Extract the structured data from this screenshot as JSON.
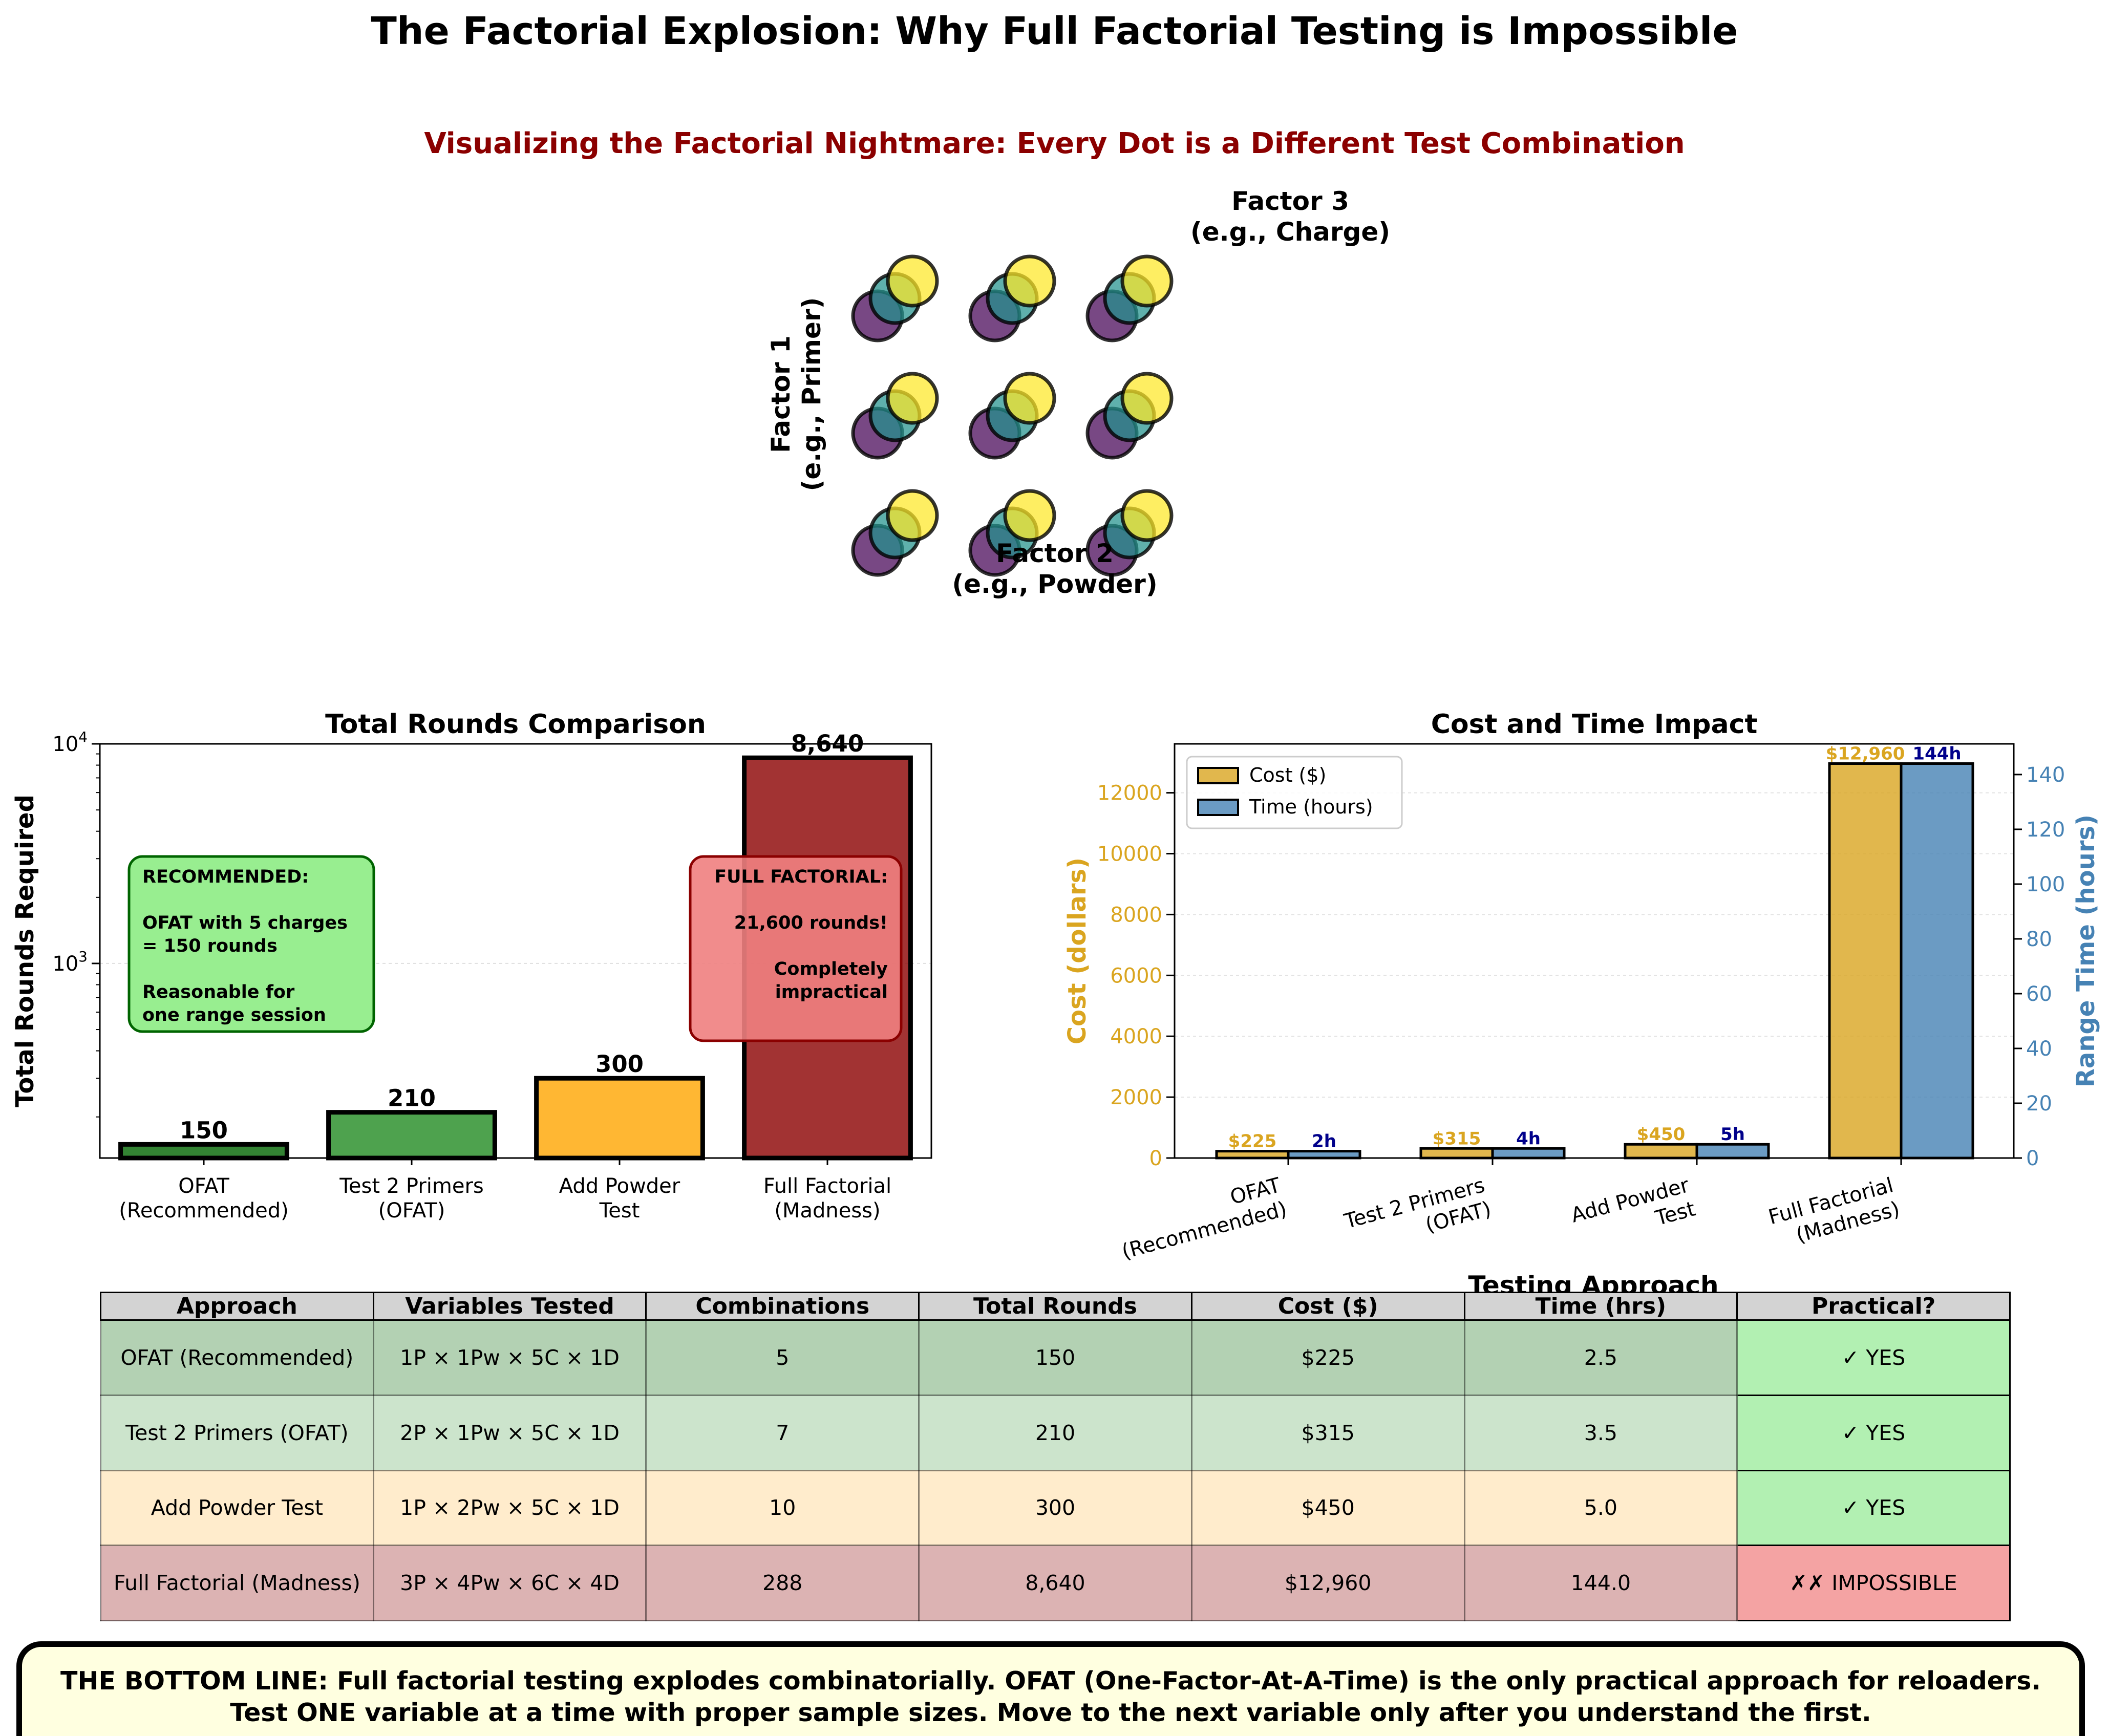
{
  "title": "The Factorial Explosion: Why Full Factorial Testing is Impossible",
  "subtitle": "Visualizing the Factorial Nightmare: Every Dot is a Different Test Combination",
  "colors": {
    "subtitle": "#8b0000",
    "ofat": "#006400",
    "primers": "#228b22",
    "powder": "#ffa500",
    "factorial": "#8b0000",
    "cost": "#daa520",
    "time": "#4682b4",
    "time_label": "#00008b",
    "green_box": "#98ee90",
    "red_box": "#f08080",
    "dot_colors": [
      "#440154",
      "#21918c",
      "#fde725"
    ]
  },
  "factor_diagram": {
    "factor1_label": "Factor 1\n(e.g., Primer)",
    "factor2_label": "Factor 2\n(e.g., Powder)",
    "factor3_label": "Factor 3\n(e.g., Charge)",
    "grid_rows": 3,
    "grid_cols": 3,
    "levels_per_cell": 3
  },
  "chart_data": [
    {
      "type": "bar",
      "title": "Total Rounds Comparison",
      "ylabel": "Total Rounds Required",
      "xlabel": "",
      "yscale": "log",
      "ylim": [
        130,
        10000
      ],
      "ytick_labels": [
        "10^3",
        "10^4"
      ],
      "categories": [
        "OFAT\n(Recommended)",
        "Test 2 Primers\n(OFAT)",
        "Add Powder\nTest",
        "Full Factorial\n(Madness)"
      ],
      "values": [
        150,
        210,
        300,
        8640
      ],
      "value_labels": [
        "150",
        "210",
        "300",
        "8,640"
      ],
      "annotations": [
        {
          "text": "RECOMMENDED:\n\nOFAT with 5 charges\n= 150 rounds\n\nReasonable for\none range session",
          "style": "green",
          "position": "left"
        },
        {
          "text": "FULL FACTORIAL:\n\n21,600 rounds!\n\nCompletely\nimpractical",
          "style": "red",
          "position": "right"
        }
      ]
    },
    {
      "type": "bar",
      "title": "Cost and Time Impact",
      "xlabel": "Testing Approach",
      "ylabel": "Cost (dollars)",
      "ylabel_right": "Range Time (hours)",
      "ylim": [
        0,
        13608
      ],
      "ylim_right": [
        0,
        151.2
      ],
      "yticks": [
        0,
        2000,
        4000,
        6000,
        8000,
        10000,
        12000
      ],
      "yticks_right": [
        0,
        20,
        40,
        60,
        80,
        100,
        120,
        140
      ],
      "categories": [
        "OFAT\n(Recommended)",
        "Test 2 Primers\n(OFAT)",
        "Add Powder\nTest",
        "Full Factorial\n(Madness)"
      ],
      "legend_position": "top-left",
      "series": [
        {
          "name": "Cost ($)",
          "values": [
            225,
            315,
            450,
            12960
          ],
          "labels": [
            "$225",
            "$315",
            "$450",
            "$12,960"
          ]
        },
        {
          "name": "Time (hours)",
          "values": [
            2.5,
            3.5,
            5.0,
            144.0
          ],
          "labels": [
            "2h",
            "4h",
            "5h",
            "144h"
          ]
        }
      ]
    },
    {
      "type": "table",
      "columns": [
        "Approach",
        "Variables Tested",
        "Combinations",
        "Total Rounds",
        "Cost ($)",
        "Time (hrs)",
        "Practical?"
      ],
      "rows": [
        {
          "cells": [
            "OFAT (Recommended)",
            "1P × 1Pw × 5C × 1D",
            "5",
            "150",
            "$225",
            "2.5",
            "✓ YES"
          ],
          "row_color": "#b3d1b3",
          "practical_color": "#b2f0b2"
        },
        {
          "cells": [
            "Test 2 Primers (OFAT)",
            "2P × 1Pw × 5C × 1D",
            "7",
            "210",
            "$315",
            "3.5",
            "✓ YES"
          ],
          "row_color": "#cce4cc",
          "practical_color": "#b2f0b2"
        },
        {
          "cells": [
            "Add Powder Test",
            "1P × 2Pw × 5C × 1D",
            "10",
            "300",
            "$450",
            "5.0",
            "✓ YES"
          ],
          "row_color": "#ffeccc",
          "practical_color": "#b2f0b2"
        },
        {
          "cells": [
            "Full Factorial (Madness)",
            "3P × 4Pw × 6C × 4D",
            "288",
            "8,640",
            "$12,960",
            "144.0",
            "✗✗ IMPOSSIBLE"
          ],
          "row_color": "#dcb3b3",
          "practical_color": "#f4a3a3"
        }
      ]
    }
  ],
  "bottom_line": {
    "line1": "THE BOTTOM LINE: Full factorial testing explodes combinatorially. OFAT (One-Factor-At-A-Time) is the only practical approach for reloaders.",
    "line2": "Test ONE variable at a time with proper sample sizes. Move to the next variable only after you understand the first."
  }
}
